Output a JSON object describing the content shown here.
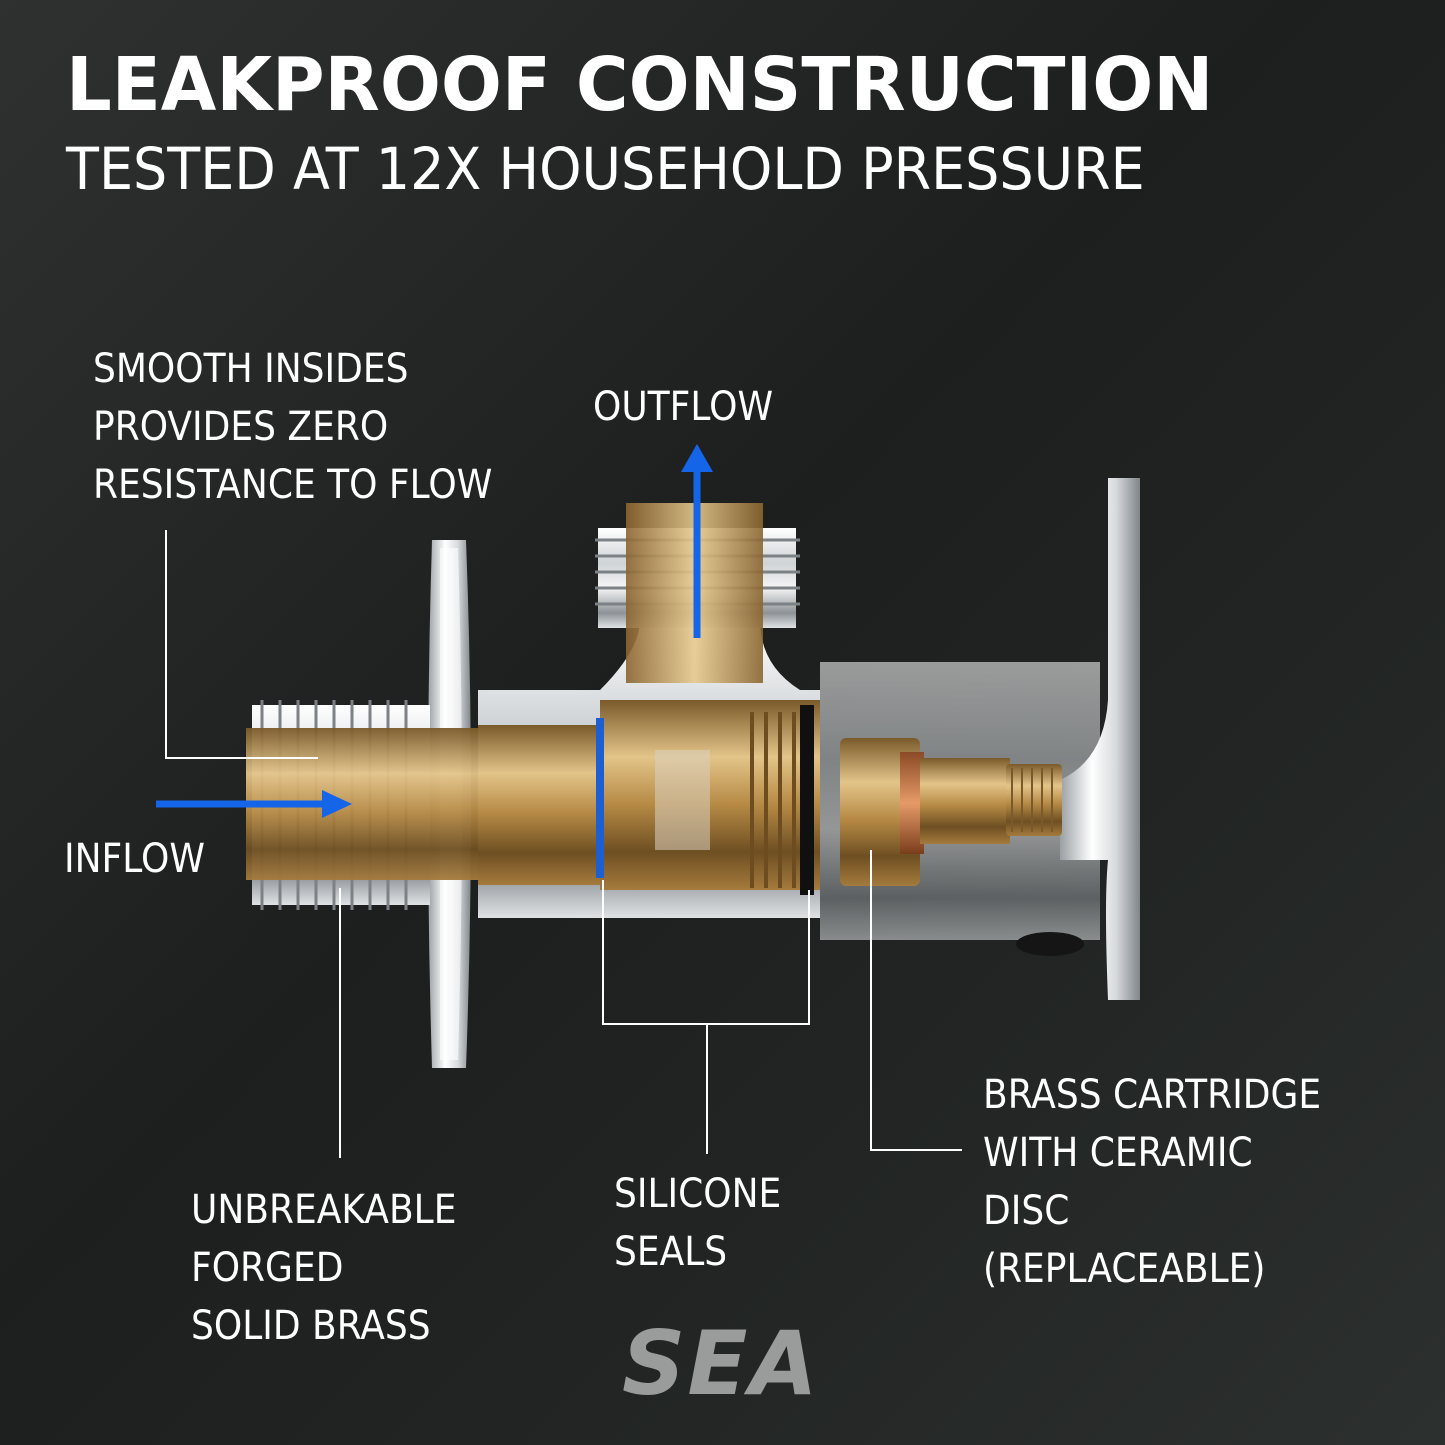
{
  "header": {
    "title": "LEAKPROOF CONSTRUCTION",
    "subtitle": "TESTED AT 12X HOUSEHOLD PRESSURE"
  },
  "callouts": {
    "smooth": [
      "SMOOTH INSIDES",
      "PROVIDES ZERO",
      "RESISTANCE TO FLOW"
    ],
    "outflow": "OUTFLOW",
    "inflow": "INFLOW",
    "brass": [
      "UNBREAKABLE",
      "FORGED",
      "SOLID BRASS"
    ],
    "seals": [
      "SILICONE",
      "SEALS"
    ],
    "cartridge": [
      "BRASS CARTRIDGE",
      "WITH CERAMIC",
      "DISC",
      "(REPLACEABLE)"
    ]
  },
  "logo": {
    "text": "SEA"
  },
  "colors": {
    "arrow": "#1565e8",
    "brass": "#c49a55",
    "chrome": "#e6e8ea",
    "leader": "#ffffff"
  },
  "icons": {
    "flow_arrow": "arrow-icon"
  }
}
